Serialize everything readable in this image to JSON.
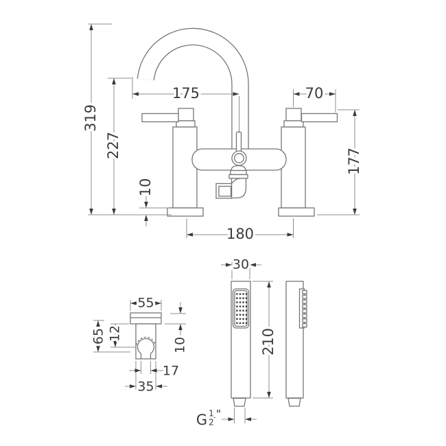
{
  "colors": {
    "background": "#ffffff",
    "line": "#757575",
    "dimension_line": "#8c8c8c",
    "text": "#3b3b3b",
    "arrow": "#3a3a3a"
  },
  "mixer_view": {
    "overall_height": "319",
    "spout_height": "227",
    "spout_reach": "175",
    "handle_projection": "70",
    "body_height": "177",
    "base_thickness": "10",
    "tap_centres": "180"
  },
  "bracket_view": {
    "plate_width": "55",
    "plate_drop": "12",
    "overall_height": "65",
    "plate_thickness": "10",
    "hook_opening": "17",
    "body_width": "35"
  },
  "handset_front_view": {
    "width": "30",
    "length": "210"
  },
  "thread_label": {
    "prefix": "G",
    "numerator": "1",
    "denominator": "2",
    "suffix": "\""
  }
}
